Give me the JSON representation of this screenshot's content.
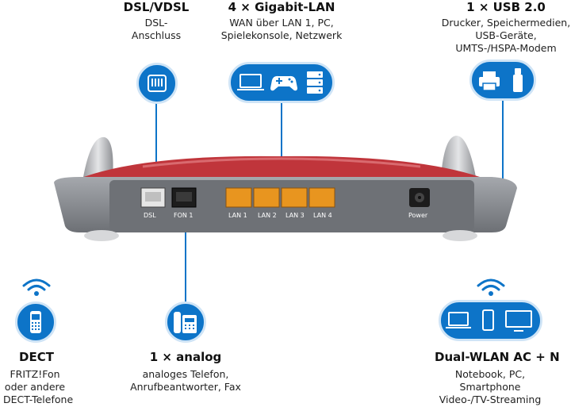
{
  "features": {
    "dsl": {
      "title": "DSL/VDSL",
      "desc": [
        "DSL-",
        "Anschluss"
      ],
      "icon": "dsl-port-icon"
    },
    "lan": {
      "title": "4 × Gigabit-LAN",
      "desc": [
        "WAN über LAN 1, PC,",
        "Spielekonsole, Netzwerk"
      ],
      "icons": [
        "laptop-icon",
        "gamepad-icon",
        "nas-icon"
      ]
    },
    "usb": {
      "title": "1 × USB 2.0",
      "desc": [
        "Drucker, Speichermedien,",
        "USB-Geräte,",
        "UMTS-/HSPA-Modem"
      ],
      "icons": [
        "printer-icon",
        "usb-stick-icon"
      ]
    },
    "dect": {
      "title": "DECT",
      "desc": [
        "FRITZ!Fon",
        "oder andere",
        "DECT-Telefone"
      ],
      "icons": [
        "wifi-icon",
        "cordless-phone-icon"
      ]
    },
    "analog": {
      "title": "1 × analog",
      "desc": [
        "analoges Telefon,",
        "Anrufbeantworter, Fax"
      ],
      "icon": "desk-phone-icon"
    },
    "wlan": {
      "title": "Dual-WLAN AC + N",
      "desc": [
        "Notebook, PC,",
        "Smartphone",
        "Video-/TV-Streaming"
      ],
      "icons": [
        "wifi-icon",
        "laptop-icon",
        "smartphone-icon",
        "tv-icon"
      ]
    }
  },
  "router": {
    "ports": [
      "DSL",
      "FON 1",
      "LAN 1",
      "LAN 2",
      "LAN 3",
      "LAN 4",
      "Power"
    ]
  },
  "colors": {
    "accent_blue": "#0d74c8",
    "lan_port": "#e8951f",
    "router_red": "#c0353b",
    "router_grey": "#8a8d93"
  }
}
